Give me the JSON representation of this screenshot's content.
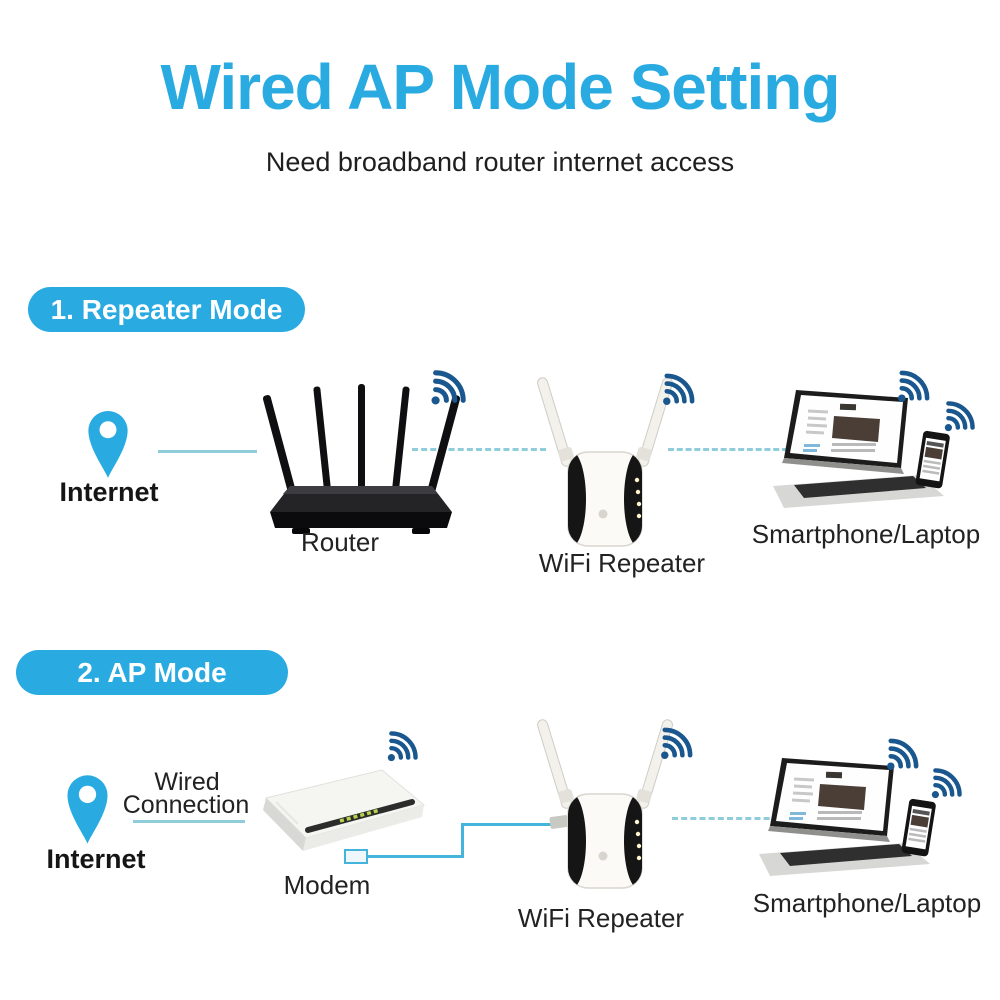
{
  "header": {
    "title": "Wired AP Mode Setting",
    "subtitle": "Need broadband router internet access"
  },
  "colors": {
    "accent_blue": "#29abe2",
    "wifi_icon_blue": "#1a578f",
    "link_line_blue": "#8fcddb",
    "wire_blue": "#45b4da",
    "text_dark": "#1c1c1c"
  },
  "icons": {
    "wifi": "wifi-signal-icon",
    "pin": "location-pin-icon"
  },
  "sections": {
    "repeater_mode": {
      "badge": "1. Repeater Mode",
      "internet_label": "Internet",
      "router_label": "Router",
      "repeater_label": "WiFi Repeater",
      "clients_label": "Smartphone/Laptop"
    },
    "ap_mode": {
      "badge": "2. AP Mode",
      "internet_label": "Internet",
      "wired_connection_line1": "Wired",
      "wired_connection_line2": "Connection",
      "modem_label": "Modem",
      "repeater_label": "WiFi Repeater",
      "clients_label": "Smartphone/Laptop"
    }
  }
}
